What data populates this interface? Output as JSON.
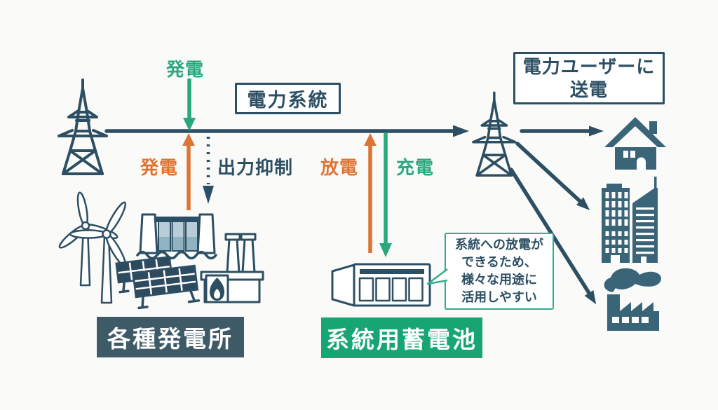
{
  "colors": {
    "background": "#fafaf8",
    "dark": "#2d4f63",
    "solid": "#3a6478",
    "orange": "#dd7434",
    "green": "#29a87e",
    "green_box": "#16a573",
    "dark_box": "#3d5a66",
    "bubble_border": "#2fae8e",
    "gate_blue": "#b8cdd7",
    "panel_dark": "#2e4a5e"
  },
  "labels": {
    "generation_top": "発電",
    "grid_system": "電力系統",
    "generation_side": "発電",
    "curtailment": "出力抑制",
    "discharge": "放電",
    "charge": "充電",
    "users_line1": "電力ユーザーに",
    "users_line2": "送電",
    "plants_box": "各種発電所",
    "battery_box": "系統用蓄電池"
  },
  "bubble": {
    "line1": "系統への放電が",
    "line2": "できるため、",
    "line3": "様々な用途に",
    "line4": "活用しやすい"
  },
  "icons": {
    "left_tower": "transmission-tower",
    "right_tower": "transmission-tower",
    "wind": "wind-turbine",
    "solar": "solar-panel",
    "hydro": "hydro-dam",
    "thermal": "thermal-power-plant",
    "battery": "battery-container",
    "house": "house",
    "buildings": "office-buildings",
    "factory": "factory"
  }
}
